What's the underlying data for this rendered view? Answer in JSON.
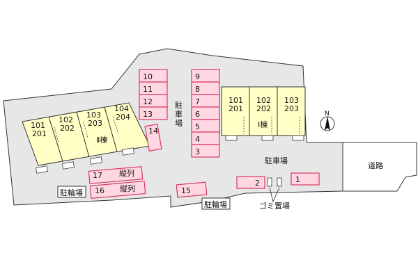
{
  "colors": {
    "ground": "#e7e7e7",
    "building": "#ffffc6",
    "parking_fill": "#ffd7e2",
    "parking_border": "#d8385e",
    "outline": "#333333"
  },
  "building_1": {
    "name": "Ⅰ棟",
    "units": [
      {
        "upper": "101",
        "lower": "201"
      },
      {
        "upper": "102",
        "lower": "202"
      },
      {
        "upper": "103",
        "lower": "203"
      }
    ]
  },
  "building_2": {
    "name": "Ⅱ棟",
    "units": [
      {
        "upper": "101",
        "lower": "201"
      },
      {
        "upper": "102",
        "lower": "202"
      },
      {
        "upper": "103",
        "lower": "203"
      },
      {
        "upper": "104",
        "lower": "204"
      }
    ]
  },
  "parking_column_left": [
    "10",
    "11",
    "12",
    "13"
  ],
  "parking_column_right": [
    "9",
    "8",
    "7",
    "6",
    "5",
    "4",
    "3"
  ],
  "parking_singles": {
    "p14": "14",
    "p15": "15",
    "p2": "2",
    "p1": "1",
    "p17": "17",
    "p16": "16",
    "tandem_label": "縦列"
  },
  "labels": {
    "parking_vertical": [
      "駐",
      "車",
      "場"
    ],
    "parking_main": "駐車場",
    "road": "道路",
    "bicycle_parking": "駐輪場",
    "garbage": "ゴミ置場",
    "north": "N"
  }
}
